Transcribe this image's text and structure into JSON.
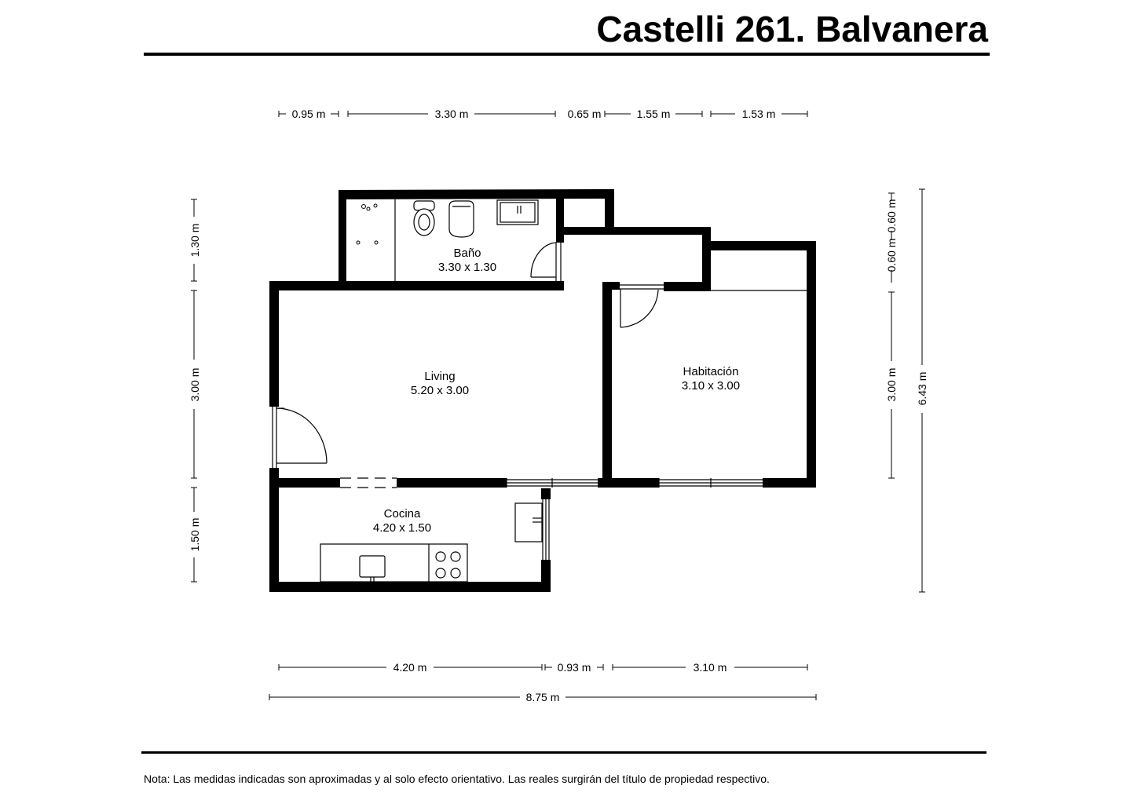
{
  "title": "Castelli 261. Balvanera",
  "note": "Nota: Las medidas indicadas son aproximadas y al solo efecto orientativo. Las reales surgirán del título de propiedad respectivo.",
  "rooms": {
    "bano": {
      "name": "Baño",
      "size": "3.30 x 1.30"
    },
    "living": {
      "name": "Living",
      "size": "5.20 x 3.00"
    },
    "habitacion": {
      "name": "Habitación",
      "size": "3.10 x 3.00"
    },
    "cocina": {
      "name": "Cocina",
      "size": "4.20 x 1.50"
    }
  },
  "dimensions": {
    "top": [
      "0.95 m",
      "3.30 m",
      "0.65 m",
      "1.55 m",
      "1.53 m"
    ],
    "bottom": [
      "4.20 m",
      "0.93 m",
      "3.10 m"
    ],
    "bottom_total": "8.75 m",
    "left": [
      "1.30 m",
      "3.00 m",
      "1.50 m"
    ],
    "right": [
      "0.60 m",
      "0.60 m",
      "3.00 m"
    ],
    "right_total": "6.43 m"
  }
}
